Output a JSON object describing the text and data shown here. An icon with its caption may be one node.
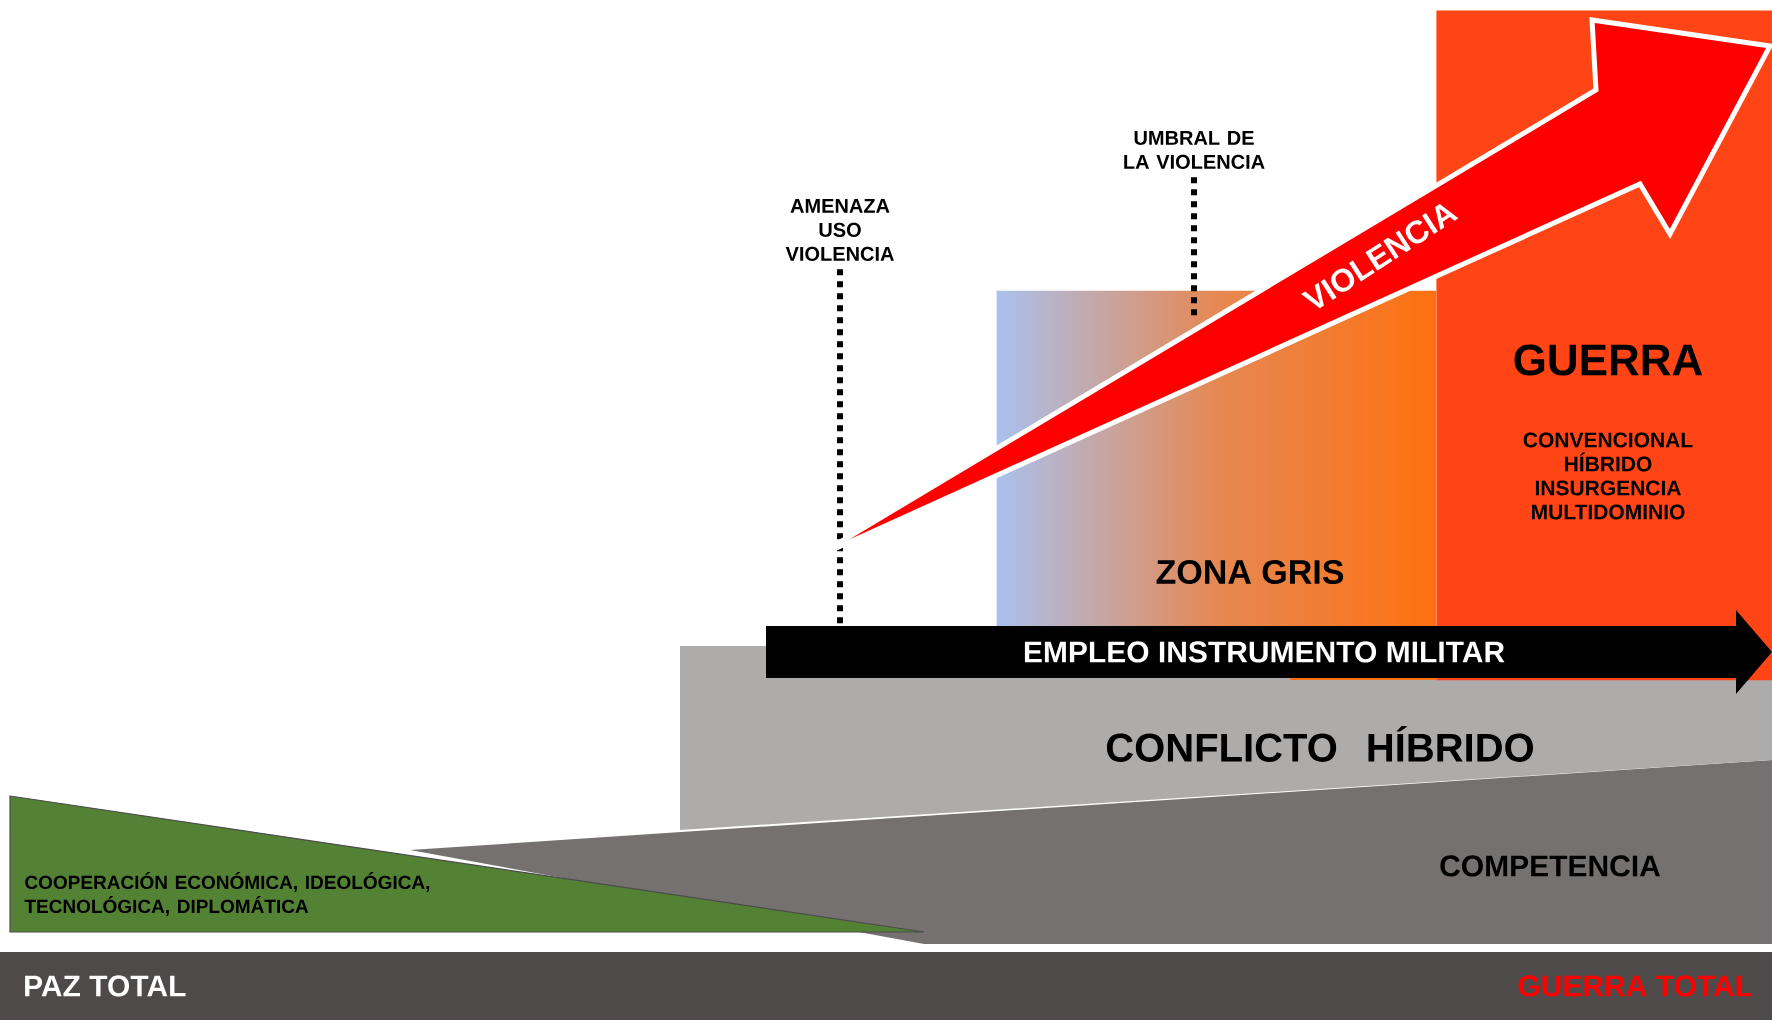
{
  "diagram": {
    "nodes": [
      {
        "text": [
          "PAZ TOTAL",
          "GUERRA TOTAL"
        ]
      },
      {
        "text": [
          "COMPETENCIA"
        ]
      },
      {
        "text": [
          "COOPERACIÓN ECONÓMICA, IDEOLÓGICA, TECNOLÓGICA, DIPLOMÁTICA"
        ]
      },
      {
        "text": [
          "CONFLICTO HÍBRIDO"
        ]
      },
      {
        "text": [
          "ZONA GRIS"
        ]
      },
      {
        "text": [
          "GUERRA",
          "CONVENCIONAL HÍBRIDO INSURGENCIA MULTIDOMINIO"
        ]
      },
      {
        "text": [
          "AMENAZA USO VIOLENCIA"
        ]
      },
      {
        "text": [
          "UMBRAL DE LA VIOLENCIA"
        ]
      },
      {
        "text": [
          "VIOLENCIA"
        ]
      },
      {
        "text": [
          "EMPLEO INSTRUMENTO MILITAR"
        ]
      }
    ],
    "edges": [
      {
        "from": 6,
        "to": 9,
        "arrow": "none",
        "style": "dashed"
      },
      {
        "from": 7,
        "to": 4,
        "arrow": "none",
        "style": "dashed"
      }
    ]
  }
}
